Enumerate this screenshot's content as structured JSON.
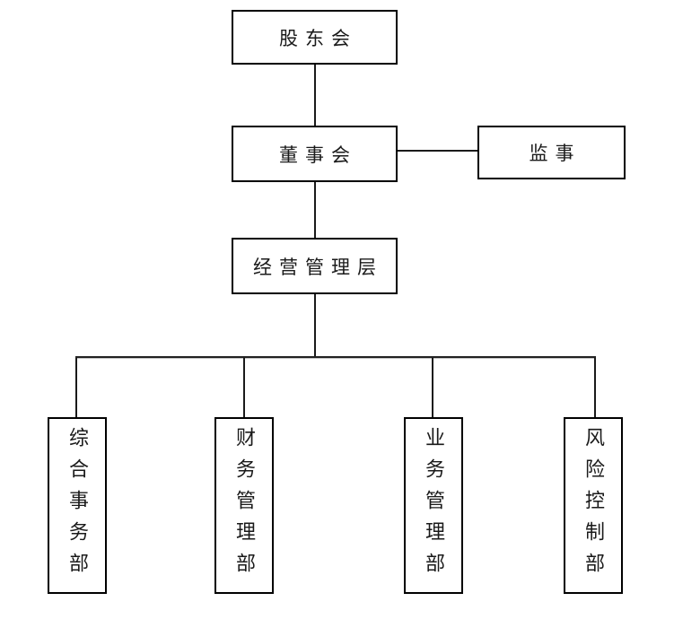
{
  "diagram": {
    "type": "org-chart",
    "nodes": {
      "shareholders": {
        "label": "股东会",
        "orientation": "horizontal"
      },
      "board": {
        "label": "董事会",
        "orientation": "horizontal"
      },
      "supervisor": {
        "label": "监事",
        "orientation": "horizontal"
      },
      "management": {
        "label": "经营管理层",
        "orientation": "horizontal"
      },
      "dept_general": {
        "label": "综合事务部",
        "orientation": "vertical"
      },
      "dept_finance": {
        "label": "财务管理部",
        "orientation": "vertical"
      },
      "dept_business": {
        "label": "业务管理部",
        "orientation": "vertical"
      },
      "dept_risk": {
        "label": "风险控制部",
        "orientation": "vertical"
      }
    },
    "edges": [
      {
        "from": "shareholders",
        "to": "board"
      },
      {
        "from": "board",
        "to": "supervisor"
      },
      {
        "from": "board",
        "to": "management"
      },
      {
        "from": "management",
        "to": "dept_general"
      },
      {
        "from": "management",
        "to": "dept_finance"
      },
      {
        "from": "management",
        "to": "dept_business"
      },
      {
        "from": "management",
        "to": "dept_risk"
      }
    ],
    "colors": {
      "line": "#1a1a1a",
      "box_border": "#000000",
      "background": "#ffffff",
      "text": "#1a1a1a"
    }
  }
}
